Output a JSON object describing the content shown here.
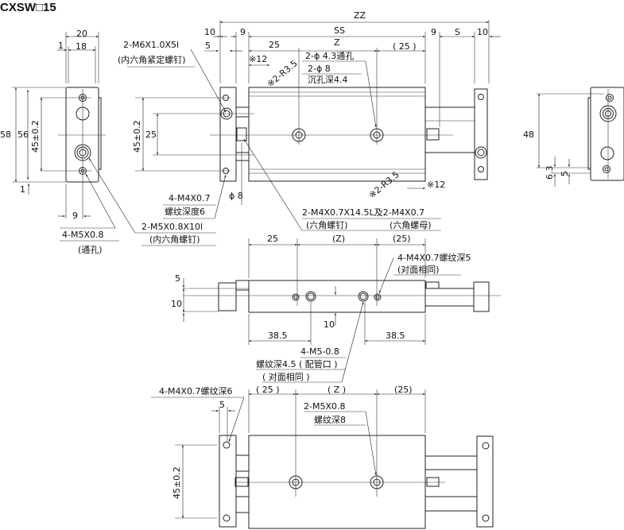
{
  "title": "CXSW□15",
  "end_view_left": {
    "dim_width": "20",
    "dim_inner": "18",
    "dim_offset_top": "1",
    "dim_offset_bottom": "1",
    "dim_height": "58",
    "dim_inner_height": "56",
    "dim_hole_pitch": "45±0.2",
    "dim_hole_x": "9",
    "callout_tap": "4-M5X0.8",
    "callout_tap_note": "(通孔)",
    "callout_screw": "2-M5X0.8X10l",
    "callout_screw_note": "(内六角螺钉)"
  },
  "top_view": {
    "dim_zz": "ZZ",
    "dim_ss": "SS",
    "dim_z": "Z",
    "dim_25": "25",
    "dim_25_paren": "( 25 )",
    "dim_10_left": "10",
    "dim_9_left": "9",
    "dim_5": "5",
    "dim_9_right": "9",
    "dim_s": "S",
    "dim_10_right": "10",
    "dim_note12_top": "※12",
    "dim_note12_bottom": "※12",
    "dim_r_top": "※2-R3.5",
    "dim_r_bottom": "※2-R3.5",
    "dim_hole_pitch": "45±0.2",
    "dim_25_vertical": "25",
    "dim_phi8": "ϕ 8",
    "callout_set_screw": "2-M6X1.0X5l",
    "callout_set_screw_note": "(内六角紧定螺钉)",
    "callout_through": "2-ϕ 4.3通孔",
    "callout_cbore": "2-ϕ 8",
    "callout_cbore_depth": "沉孔深4.4",
    "callout_m4": "4-M4X0.7",
    "callout_m4_depth": "螺纹深度6",
    "callout_bolt": "2-M4X0.7X14.5L及2-M4X0.7",
    "callout_bolt_a": "(六角螺钉)",
    "callout_bolt_b": "(六角螺母)"
  },
  "end_view_right": {
    "dim_48": "48",
    "dim_6_3": "6.3",
    "dim_5": "5"
  },
  "side_view": {
    "dim_25": "25",
    "dim_z": "(Z)",
    "dim_25_paren": "(25)",
    "dim_5": "5",
    "dim_10": "10",
    "dim_10_port": "10",
    "dim_38_5_left": "38.5",
    "dim_38_5_right": "38.5",
    "callout_m4": "4-M4X0.7螺纹深5",
    "callout_m4_note": "(对面相同)",
    "callout_port": "4-M5-0.8",
    "callout_port_depth": "螺纹深4.5 ( 配管口 )",
    "callout_port_note": "( 对面相同 )"
  },
  "bottom_view": {
    "dim_25_left": "( 25 )",
    "dim_z": "( Z )",
    "dim_25_right": "(25)",
    "dim_5": "5",
    "dim_hole_pitch": "45±0.2",
    "callout_m4": "4-M4X0.7螺纹深6",
    "callout_m5": "2-M5X0.8",
    "callout_m5_depth": "螺纹深8"
  }
}
